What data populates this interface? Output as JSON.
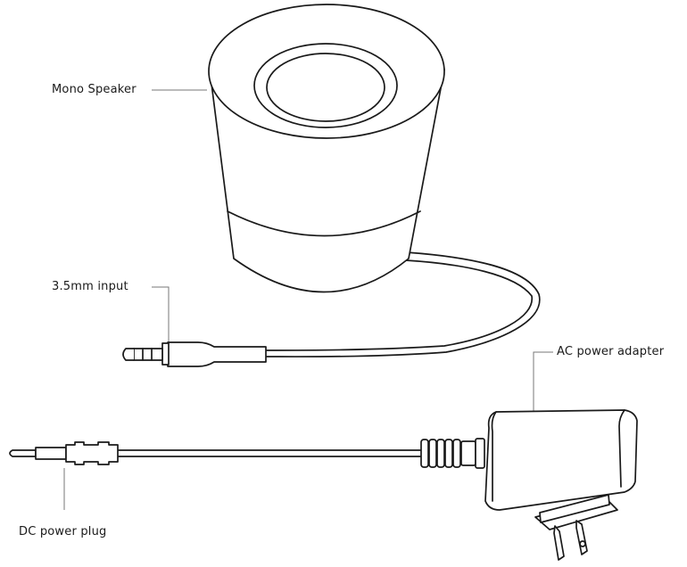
{
  "labels": {
    "mono_speaker": "Mono Speaker",
    "input": "3.5mm input",
    "ac_adapter": "AC power adapter",
    "dc_plug": "DC power plug"
  }
}
